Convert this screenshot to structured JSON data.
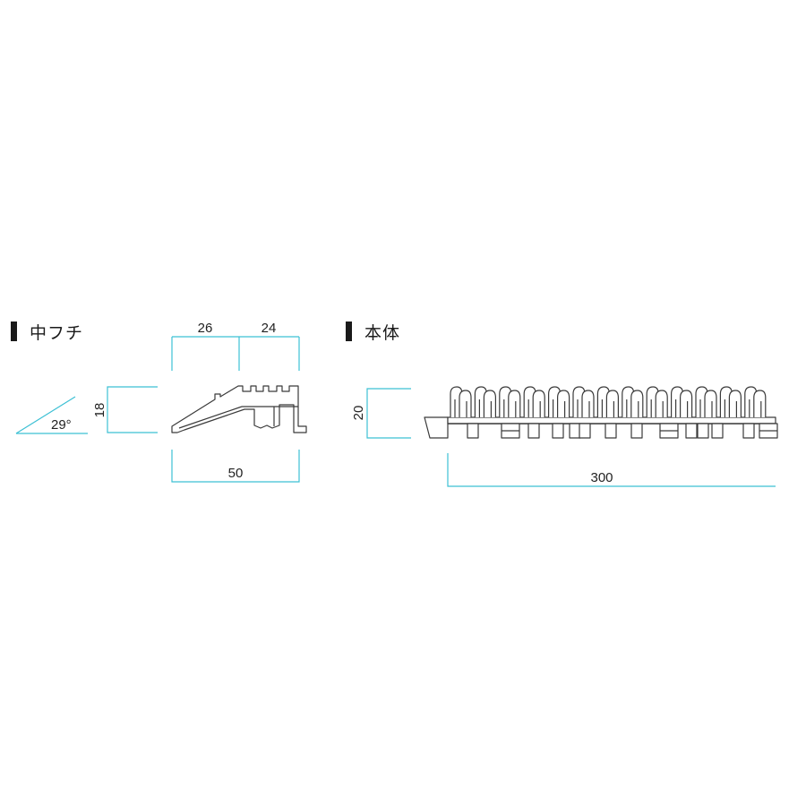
{
  "left_section": {
    "heading": "中フチ",
    "dims": {
      "top_left": "26",
      "top_right": "24",
      "height": "18",
      "bottom": "50",
      "angle": "29°"
    }
  },
  "right_section": {
    "heading": "本体",
    "dims": {
      "height": "20",
      "width": "300"
    }
  },
  "colors": {
    "dimension_line": "#3cc0d4",
    "outline": "#3a3a3a",
    "heading_marker": "#1a1a1a"
  }
}
